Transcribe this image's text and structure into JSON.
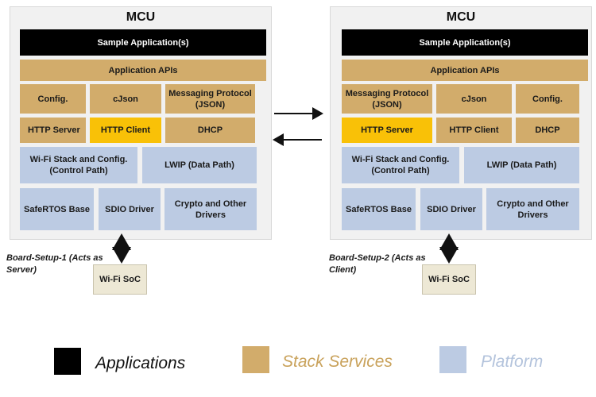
{
  "setup1": {
    "mcu_title": "MCU",
    "sample_app": "Sample Application(s)",
    "app_apis": "Application APIs",
    "config": "Config.",
    "cjson": "cJson",
    "messaging": "Messaging Protocol (JSON)",
    "http_server": "HTTP Server",
    "http_client": "HTTP Client",
    "dhcp": "DHCP",
    "wifi_stack": "Wi-Fi Stack and Config. (Control Path)",
    "lwip": "LWIP (Data Path)",
    "safertos": "SafeRTOS Base",
    "sdio": "SDIO Driver",
    "crypto": "Crypto and Other Drivers",
    "soc": "Wi-Fi SoC",
    "board_label": "Board-Setup-1 (Acts as Server)"
  },
  "setup2": {
    "mcu_title": "MCU",
    "sample_app": "Sample Application(s)",
    "app_apis": "Application APIs",
    "messaging": "Messaging Protocol (JSON)",
    "cjson": "cJson",
    "config": "Config.",
    "http_server": "HTTP Server",
    "http_client": "HTTP Client",
    "dhcp": "DHCP",
    "wifi_stack": "Wi-Fi Stack and Config. (Control Path)",
    "lwip": "LWIP (Data Path)",
    "safertos": "SafeRTOS Base",
    "sdio": "SDIO Driver",
    "crypto": "Crypto and Other Drivers",
    "soc": "Wi-Fi SoC",
    "board_label": "Board-Setup-2 (Acts as Client)"
  },
  "legend": [
    {
      "label": "Applications",
      "color": "#000000",
      "text_color": "#111111"
    },
    {
      "label": "Stack Services",
      "color": "#d2ac6b",
      "text_color": "#c9a25b"
    },
    {
      "label": "Platform",
      "color": "#bccbe3",
      "text_color": "#b3c3dc"
    }
  ],
  "colors": {
    "application": "#000000",
    "stack_services": "#d2ac6b",
    "highlight": "#f9c107",
    "platform": "#bccbe3"
  }
}
